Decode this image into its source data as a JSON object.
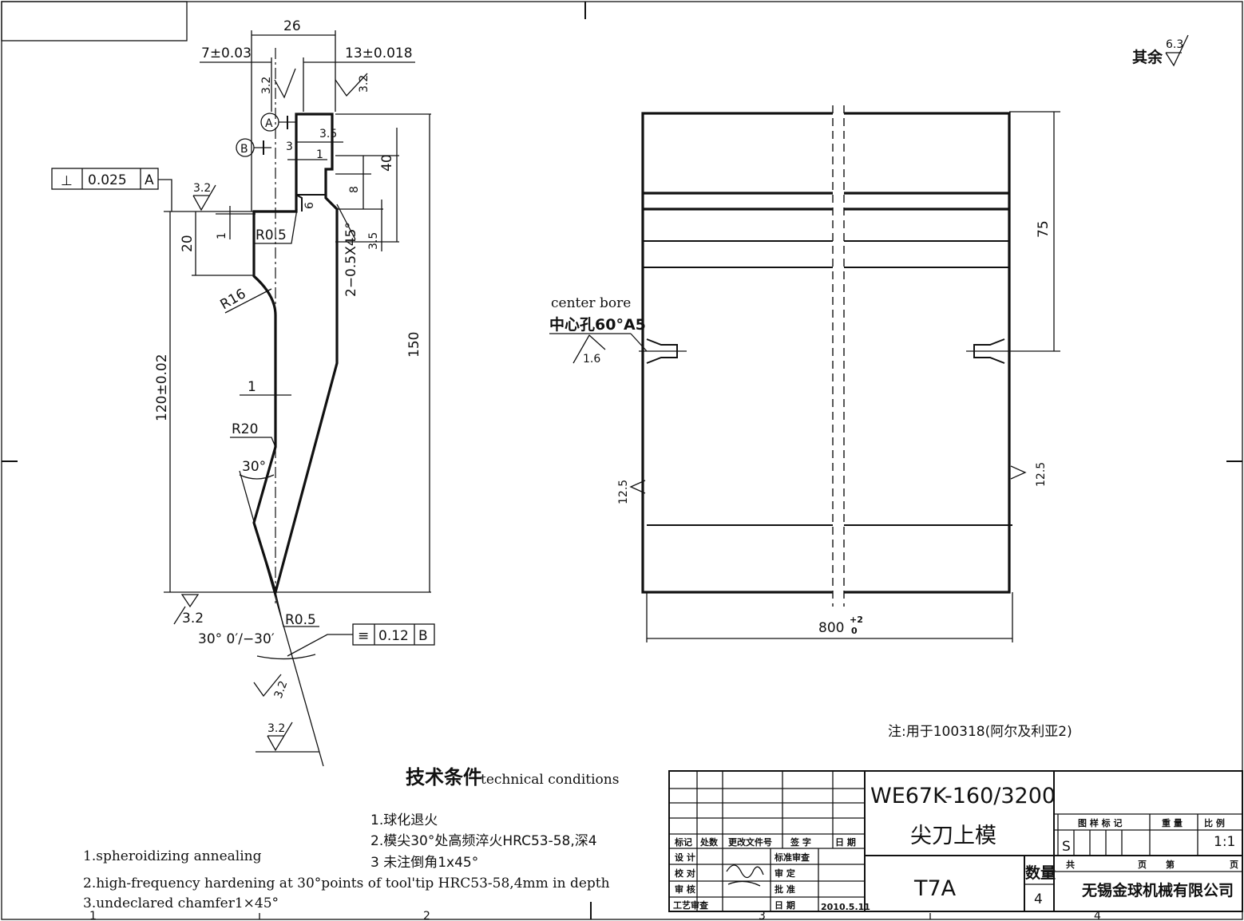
{
  "surface_roughness_other": {
    "label": "其余",
    "value": "6.3"
  },
  "dimensions": {
    "width_26": "26",
    "offset_left": "7±0.03",
    "offset_right": "13±0.018",
    "rough_a": "3.2",
    "rough_b": "3.2",
    "d_3_5_top": "3.5",
    "d_3": "3",
    "d_1_small": "1",
    "d_40": "40",
    "d_8": "8",
    "d_6": "6",
    "d_3_5_side": "3.5",
    "chamfer": "2−0.5X45°",
    "r0_5_top": "R0.5",
    "d_1_left": "1",
    "d_20": "20",
    "r16": "R16",
    "d_150": "150",
    "d_120": "120±0.02",
    "d_1_mid": "1",
    "r20": "R20",
    "angle_30": "30°",
    "rough_base": "3.2",
    "r0_5_tip": "R0.5",
    "angle_tip": "30° 0′/−30′",
    "rough_tip_1": "3.2",
    "rough_tip_2": "3.2",
    "rough_left": "3.2",
    "d_75": "75",
    "rough_12_5_l": "12.5",
    "rough_12_5_r": "12.5",
    "length_800": "800",
    "length_tol_upper": "+2",
    "length_tol_lower": "0"
  },
  "datum_a": "A",
  "datum_b": "B",
  "fcf_perp": {
    "symbol": "⊥",
    "value": "0.025",
    "datum": "A"
  },
  "fcf_sym": {
    "symbol": "≡",
    "value": "0.12",
    "datum": "B"
  },
  "center_bore": {
    "en": "center bore",
    "cn": "中心孔60°A5",
    "rough": "1.6"
  },
  "note": "注:用于100318(阿尔及利亚2)",
  "tech": {
    "title_cn": "技术条件",
    "title_en": "technical conditions",
    "items_cn": [
      "1.球化退火",
      "2.模尖30°处高频淬火HRC53-58,深4",
      "3  未注倒角1x45°"
    ],
    "items_en": [
      "1.spheroidizing annealing",
      "2.high-frequency hardening at 30°points of tool'tip   HRC53-58,4mm in depth",
      "3.undeclared chamfer1×45°"
    ]
  },
  "title_block": {
    "drawing_no": "WE67K-160/3200",
    "part_name": "尖刀上模",
    "material": "T7A",
    "qty_label": "数量",
    "qty": "4",
    "company": "无锡金球机械有限公司",
    "scale": "1:1",
    "stage": "S",
    "stage_header": "图 样 标 记",
    "weight_header": "重  量",
    "scale_header": "比  例",
    "total_label": "共",
    "sheet_label": "页",
    "page_label": "第",
    "page_label2": "页",
    "rev_headers": [
      "标记",
      "处数",
      "更改文件号",
      "签  字",
      "日  期"
    ],
    "roles": [
      "设  计",
      "校  对",
      "审  核",
      "工艺审查"
    ],
    "roles_right": [
      "标准审查",
      "审  定",
      "批  准",
      "日  期"
    ],
    "date": "2010.5.11"
  },
  "zones": [
    "1",
    "2",
    "3",
    "4"
  ]
}
